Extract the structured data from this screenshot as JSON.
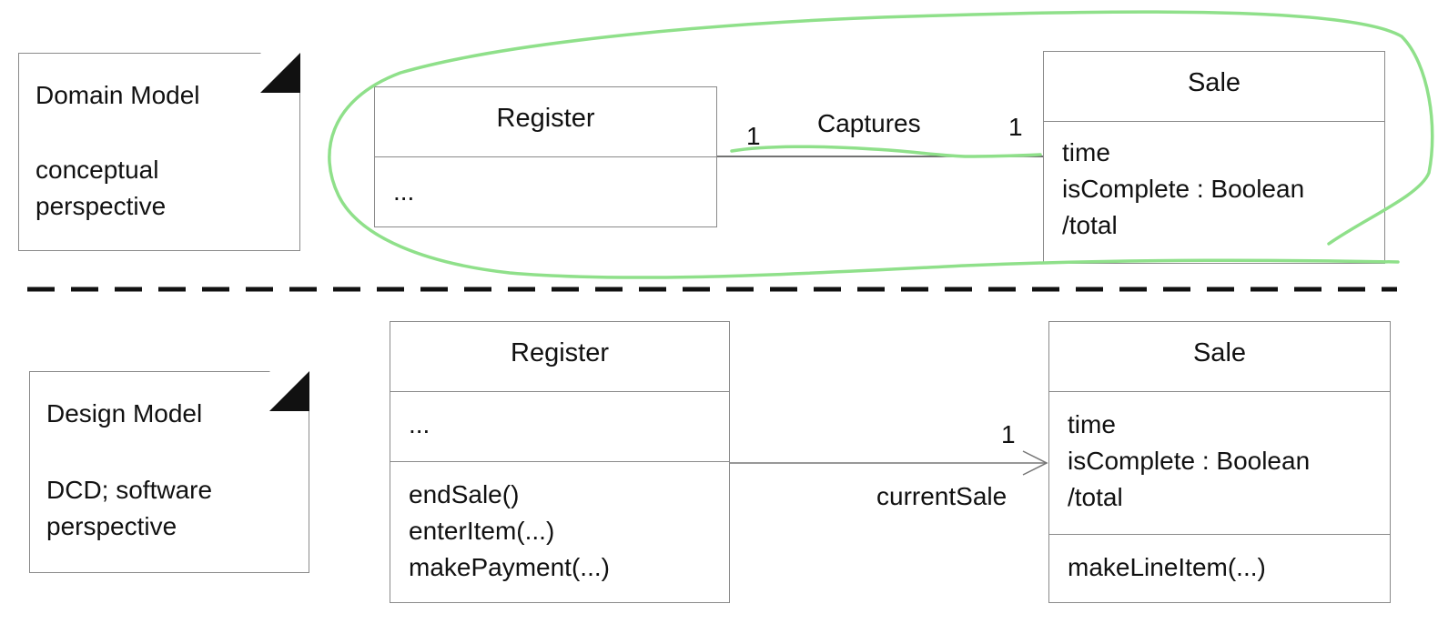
{
  "domain_note": {
    "title": "Domain Model",
    "body": [
      "conceptual",
      "perspective"
    ]
  },
  "design_note": {
    "title": "Design Model",
    "body": [
      "DCD; software",
      "perspective"
    ]
  },
  "domain_register": {
    "name": "Register",
    "attributes": [
      "..."
    ]
  },
  "domain_sale": {
    "name": "Sale",
    "attributes": [
      "time",
      "isComplete : Boolean",
      "/total"
    ]
  },
  "domain_association": {
    "label": "Captures",
    "left_multiplicity": "1",
    "right_multiplicity": "1"
  },
  "design_register": {
    "name": "Register",
    "attributes": [
      "..."
    ],
    "operations": [
      "endSale()",
      "enterItem(...)",
      "makePayment(...)"
    ]
  },
  "design_sale": {
    "name": "Sale",
    "attributes": [
      "time",
      "isComplete : Boolean",
      "/total"
    ],
    "operations": [
      "makeLineItem(...)"
    ]
  },
  "design_association": {
    "role": "currentSale",
    "multiplicity": "1"
  },
  "colors": {
    "highlight": "#8fe08a",
    "divider": "#111111",
    "border": "#8a8a8a"
  }
}
